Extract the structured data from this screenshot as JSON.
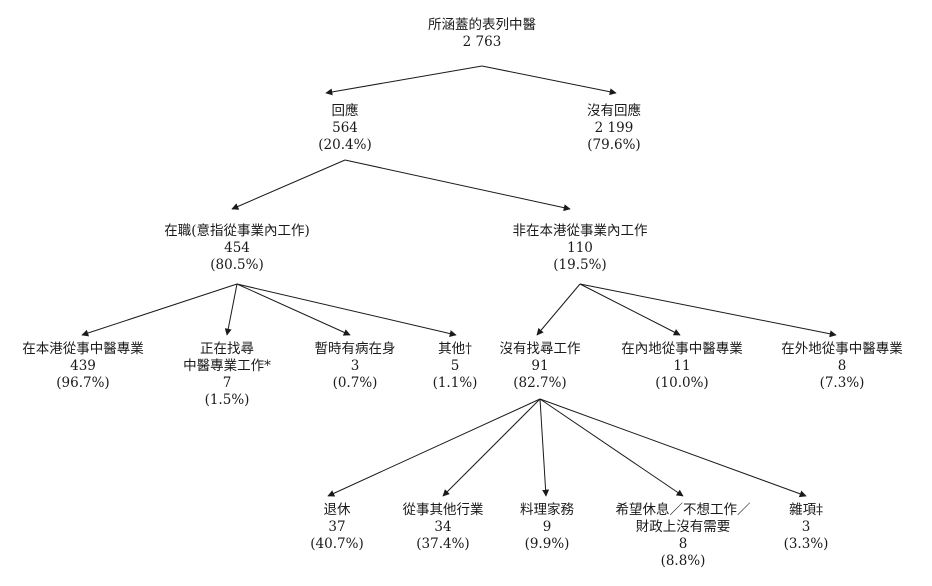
{
  "colors": {
    "line": "#1a1a1a",
    "text": "#1a1a1a"
  },
  "nodes": {
    "root": {
      "label": "所涵蓋的表列中醫",
      "count": "2 763"
    },
    "responded": {
      "label": "回應",
      "count": "564",
      "pct": "(20.4%)"
    },
    "no_response": {
      "label": "沒有回應",
      "count": "2 199",
      "pct": "(79.6%)"
    },
    "employed": {
      "label": "在職(意指從事業內工作)",
      "count": "454",
      "pct": "(80.5%)"
    },
    "not_employed": {
      "label": "非在本港從事業內工作",
      "count": "110",
      "pct": "(19.5%)"
    },
    "local_practice": {
      "label": "在本港從事中醫專業",
      "count": "439",
      "pct": "(96.7%)"
    },
    "job_seeking": {
      "label": "正在找尋",
      "label2": "中醫專業工作*",
      "count": "7",
      "pct": "(1.5%)"
    },
    "sick": {
      "label": "暫時有病在身",
      "count": "3",
      "pct": "(0.7%)"
    },
    "others": {
      "label": "其他†",
      "count": "5",
      "pct": "(1.1%)"
    },
    "not_seeking": {
      "label": "沒有找尋工作",
      "count": "91",
      "pct": "(82.7%)"
    },
    "mainland": {
      "label": "在內地從事中醫專業",
      "count": "11",
      "pct": "(10.0%)"
    },
    "overseas": {
      "label": "在外地從事中醫專業",
      "count": "8",
      "pct": "(7.3%)"
    },
    "retired": {
      "label": "退休",
      "count": "37",
      "pct": "(40.7%)"
    },
    "other_industry": {
      "label": "從事其他行業",
      "count": "34",
      "pct": "(37.4%)"
    },
    "housework": {
      "label": "料理家務",
      "count": "9",
      "pct": "(9.9%)"
    },
    "rest": {
      "label": "希望休息／不想工作／",
      "label2": "財政上沒有需要",
      "count": "8",
      "pct": "(8.8%)"
    },
    "misc": {
      "label": "雜項‡",
      "count": "3",
      "pct": "(3.3%)"
    }
  }
}
